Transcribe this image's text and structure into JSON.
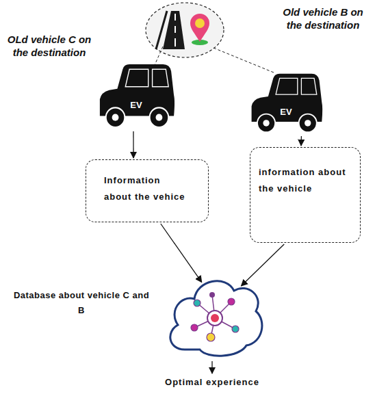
{
  "diagram": {
    "nodes": [
      {
        "text": [
          "OLd vehicle C on the destination",
          "EV"
        ]
      },
      {
        "text": [
          "Old vehicle B on the destination",
          "EV"
        ]
      },
      {
        "text": [
          "Information about the vehice"
        ]
      },
      {
        "text": [
          "information about the vehicle"
        ]
      },
      {
        "text": [
          "Database about vehicle C and B"
        ]
      }
    ],
    "edges": [
      {
        "from": 0,
        "to": 2,
        "arrow": "to"
      },
      {
        "from": 1,
        "to": 3,
        "arrow": "to"
      },
      {
        "from": 2,
        "to": 4,
        "arrow": "to"
      },
      {
        "from": 3,
        "to": 4,
        "arrow": "to"
      }
    ],
    "labels": [
      "Optimal experience"
    ]
  }
}
